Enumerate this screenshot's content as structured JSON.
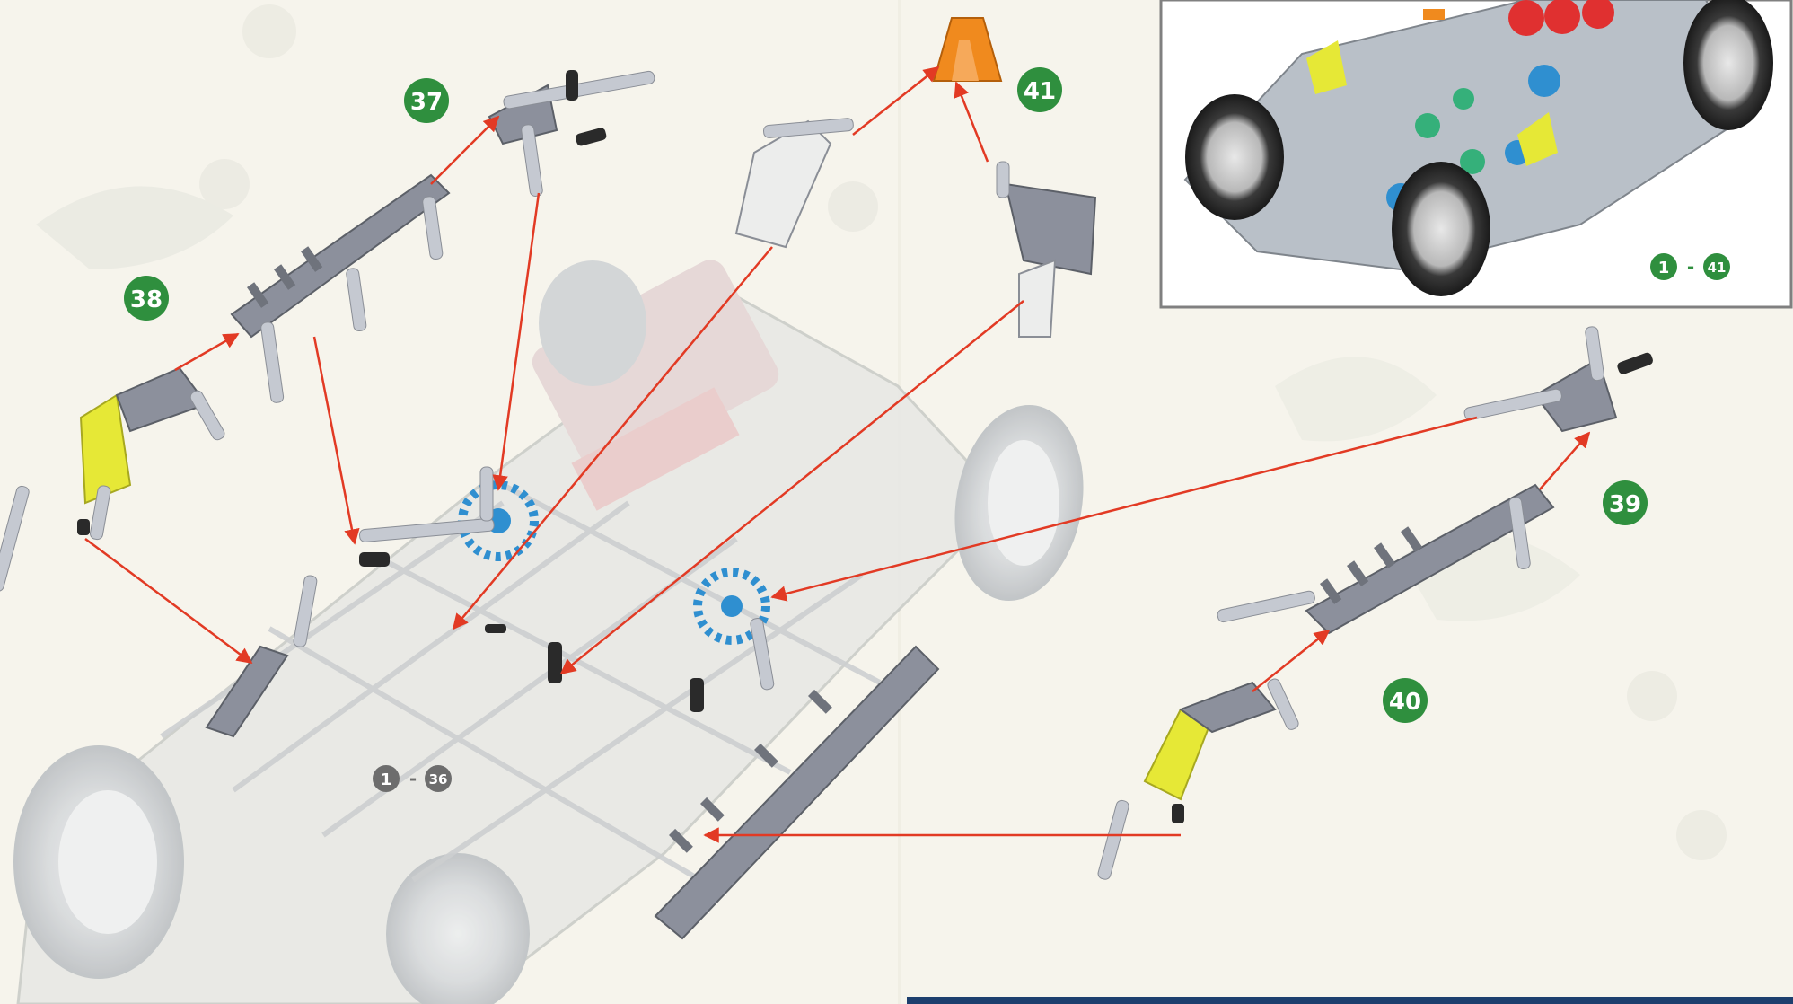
{
  "steps": [
    {
      "id": "step-37",
      "label": "37"
    },
    {
      "id": "step-38",
      "label": "38"
    },
    {
      "id": "step-39",
      "label": "39"
    },
    {
      "id": "step-40",
      "label": "40"
    },
    {
      "id": "step-41",
      "label": "41"
    }
  ],
  "ranges": {
    "base": {
      "from": "1",
      "dash": "-",
      "to": "36"
    },
    "inset": {
      "from": "1",
      "dash": "-",
      "to": "41"
    }
  },
  "colors": {
    "page": "#f6f4ec",
    "badge_green": "#2f8f3e",
    "badge_gray": "#6d6d6d",
    "arrow": "#e23a24",
    "part_gray": "#8c909c",
    "rod_gray": "#c5c9d1",
    "connector_blue": "#2f8fd0",
    "connector_yellow": "#e6e836",
    "connector_orange": "#f08a1e",
    "clip_black": "#2a2a2a",
    "ghost": "#d7d8d4"
  }
}
